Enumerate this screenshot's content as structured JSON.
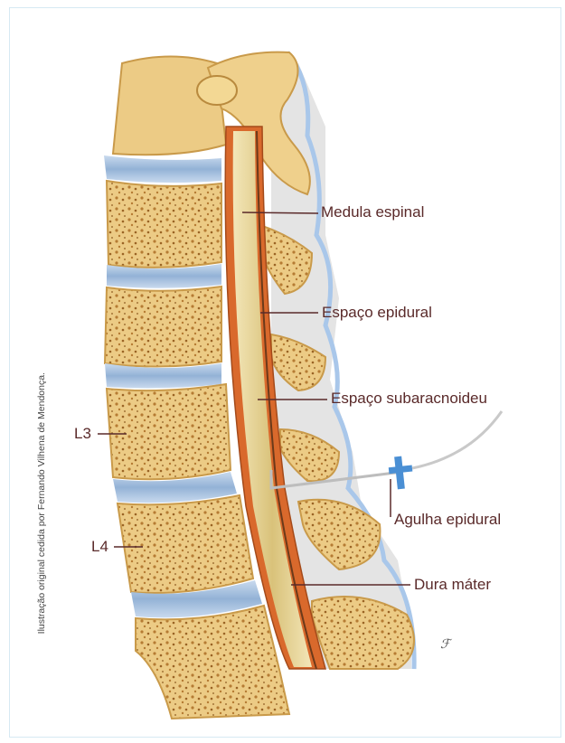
{
  "credit": "Ilustração original cedida por Fernando Vilhena de Mendonça.",
  "labels": {
    "medula": "Medula espinal",
    "epidural": "Espaço epidural",
    "subaracnoideu": "Espaço subaracnoideu",
    "agulha": "Agulha epidural",
    "dura": "Dura máter",
    "l3": "L3",
    "l4": "L4"
  },
  "colors": {
    "bone": "#e9c57e",
    "bone_dark": "#c99a4a",
    "disc": "#a9c3df",
    "dura": "#d9692c",
    "cord": "#e8d7a0",
    "label": "#5a2a2a",
    "needle": "#4a8fd4"
  }
}
